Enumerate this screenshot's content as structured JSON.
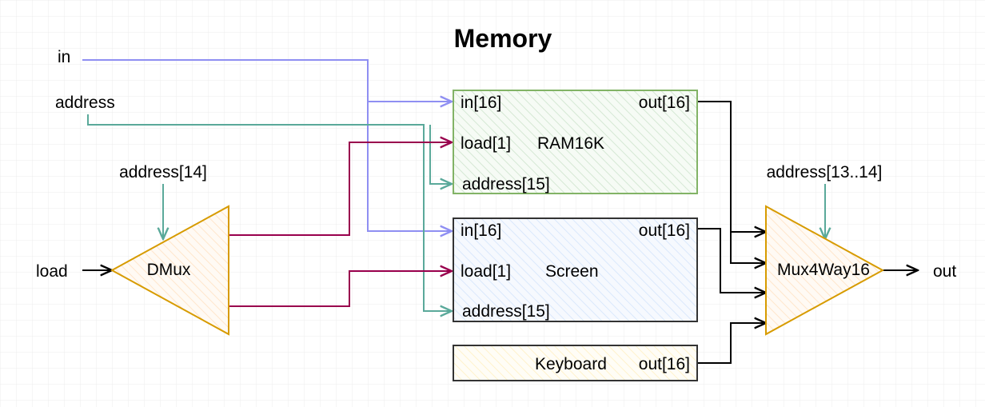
{
  "title": "Memory",
  "inputs": {
    "in": "in",
    "address": "address",
    "load": "load"
  },
  "output": "out",
  "dmux": {
    "name": "DMux",
    "select_label": "address[14]"
  },
  "mux": {
    "name": "Mux4Way16",
    "select_label": "address[13..14]"
  },
  "ram": {
    "name": "RAM16K",
    "in_port": "in[16]",
    "load_port": "load[1]",
    "address_port": "address[15]",
    "out_port": "out[16]"
  },
  "screen": {
    "name": "Screen",
    "in_port": "in[16]",
    "load_port": "load[1]",
    "address_port": "address[15]",
    "out_port": "out[16]"
  },
  "keyboard": {
    "name": "Keyboard",
    "out_port": "out[16]"
  },
  "colors": {
    "in_wire": "#8f8ff2",
    "address_wire": "#5aa99a",
    "load_wire": "#99004d",
    "data_wire": "#000000",
    "ram_border": "#82b366",
    "ram_fill": "#d5e8d4",
    "screen_border": "#333333",
    "screen_fill": "#dae8fc",
    "keyboard_fill": "#fff2cc",
    "gate_border": "#d79b00",
    "gate_fill": "#ffe6cc"
  }
}
